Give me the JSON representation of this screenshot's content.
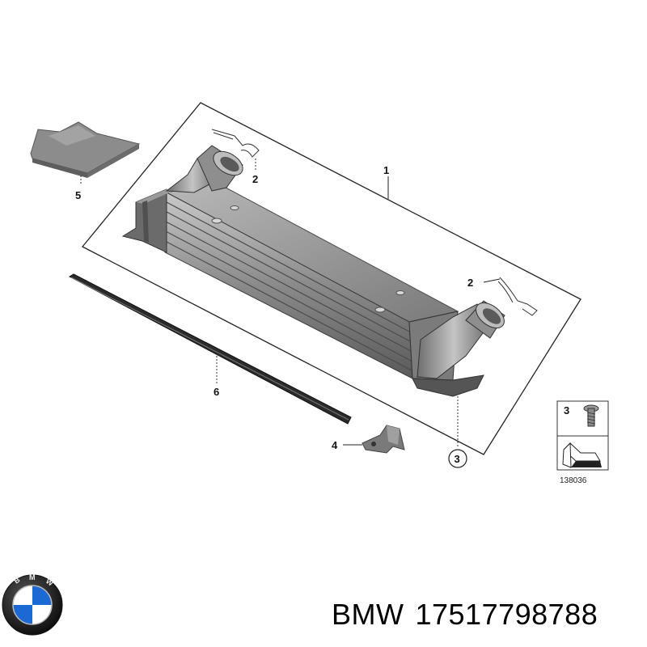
{
  "callouts": {
    "c1": "1",
    "c2a": "2",
    "c2b": "2",
    "c3": "3",
    "c4": "4",
    "c5": "5",
    "c6": "6",
    "legend_3": "3"
  },
  "diagram_number": "138036",
  "logo": {
    "letters": "BMW",
    "colors": {
      "blue": "#1c69d4",
      "ring": "#111111"
    }
  },
  "footer": {
    "brand": "BMW",
    "part_number": "17517798788"
  },
  "parts": [
    "intercooler",
    "clip",
    "screw",
    "bracket",
    "deflector",
    "seal-strip"
  ]
}
